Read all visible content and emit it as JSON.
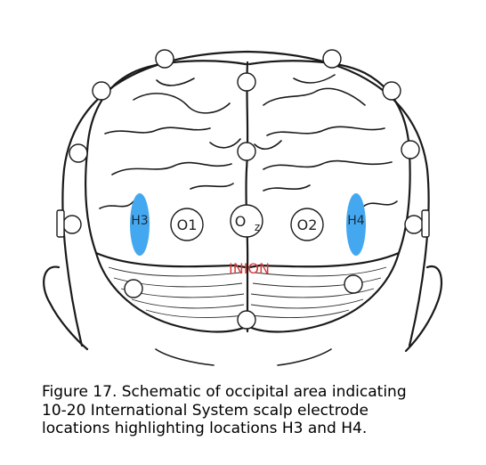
{
  "figure": {
    "electrodes": {
      "o1": "O1",
      "oz_main": "O",
      "oz_sub": "z",
      "o2": "O2",
      "h3": "H3",
      "h4": "H4"
    },
    "landmark": "INION",
    "colors": {
      "highlight": "#44a8f0",
      "landmark": "#d63a3a",
      "outline": "#1a1a1a"
    }
  },
  "caption": {
    "lines": [
      "Figure 17. Schematic of occipital area indicating",
      "10-20 International System scalp electrode",
      "locations highlighting locations H3 and H4."
    ]
  }
}
